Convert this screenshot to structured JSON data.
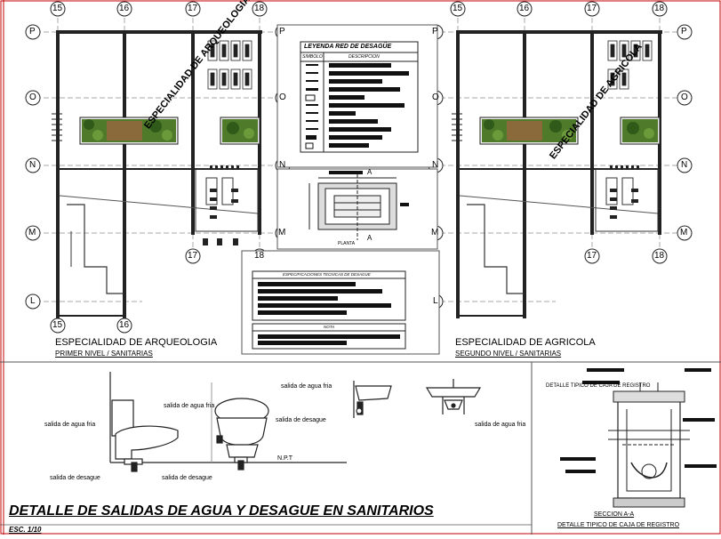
{
  "plan_left": {
    "title": "ESPECIALIDAD DE ARQUEOLOGIA",
    "subtitle": "PRIMER NIVEL / SANITARIAS",
    "room_label": "ESPECIALIDAD DE ARQUEOLOGIA",
    "axes_top": [
      "15",
      "16",
      "17",
      "18"
    ],
    "axes_side": [
      "P",
      "O",
      "N",
      "M",
      "L"
    ],
    "axes_bottom": [
      "15",
      "16"
    ],
    "axes_mid": [
      "17",
      "18"
    ]
  },
  "plan_right": {
    "title": "ESPECIALIDAD DE AGRICOLA",
    "subtitle": "SEGUNDO NIVEL / SANITARIAS",
    "room_label": "ESPECIALIDAD DE AGRICOLA",
    "axes_top": [
      "15",
      "16",
      "17",
      "18"
    ],
    "axes_side": [
      "P",
      "O",
      "N",
      "M",
      "L"
    ],
    "axes_mid": [
      "17",
      "18"
    ]
  },
  "legend": {
    "title": "LEYENDA RED DE DESAGÜE",
    "col_symbol": "SIMBOLO",
    "col_desc": "DESCRIPCION"
  },
  "plan_box": {
    "label_top": "A",
    "label_bottom": "A",
    "caption": "PLANTA"
  },
  "specs": {
    "title": "ESPECIFICACIONES TECNICAS DE DESAGUE",
    "note_label": "NOTA"
  },
  "detail": {
    "labels": {
      "salida_agua_fria_1": "salida de agua fria",
      "salida_agua_fria_2": "salida de agua fria",
      "salida_agua_fria_3": "salida de agua fria",
      "salida_agua_fria_4": "salida de agua fria",
      "salida_desague_1": "salida de desague",
      "salida_desague_2": "salida de desague",
      "salida_desague_3": "salida de desague",
      "npt": "N.P.T"
    },
    "title": "DETALLE  DE  SALIDAS DE AGUA Y DESAGUE EN SANITARIOS",
    "scale": "ESC. 1/10"
  },
  "registro": {
    "section_label": "SECCION A-A",
    "caption": "DETALLE TIPICO DE CAJA DE REGISTRO"
  },
  "colors": {
    "red_border": "#c00000",
    "grid_line": "#888888",
    "plant_green": "#4e7a2a"
  }
}
